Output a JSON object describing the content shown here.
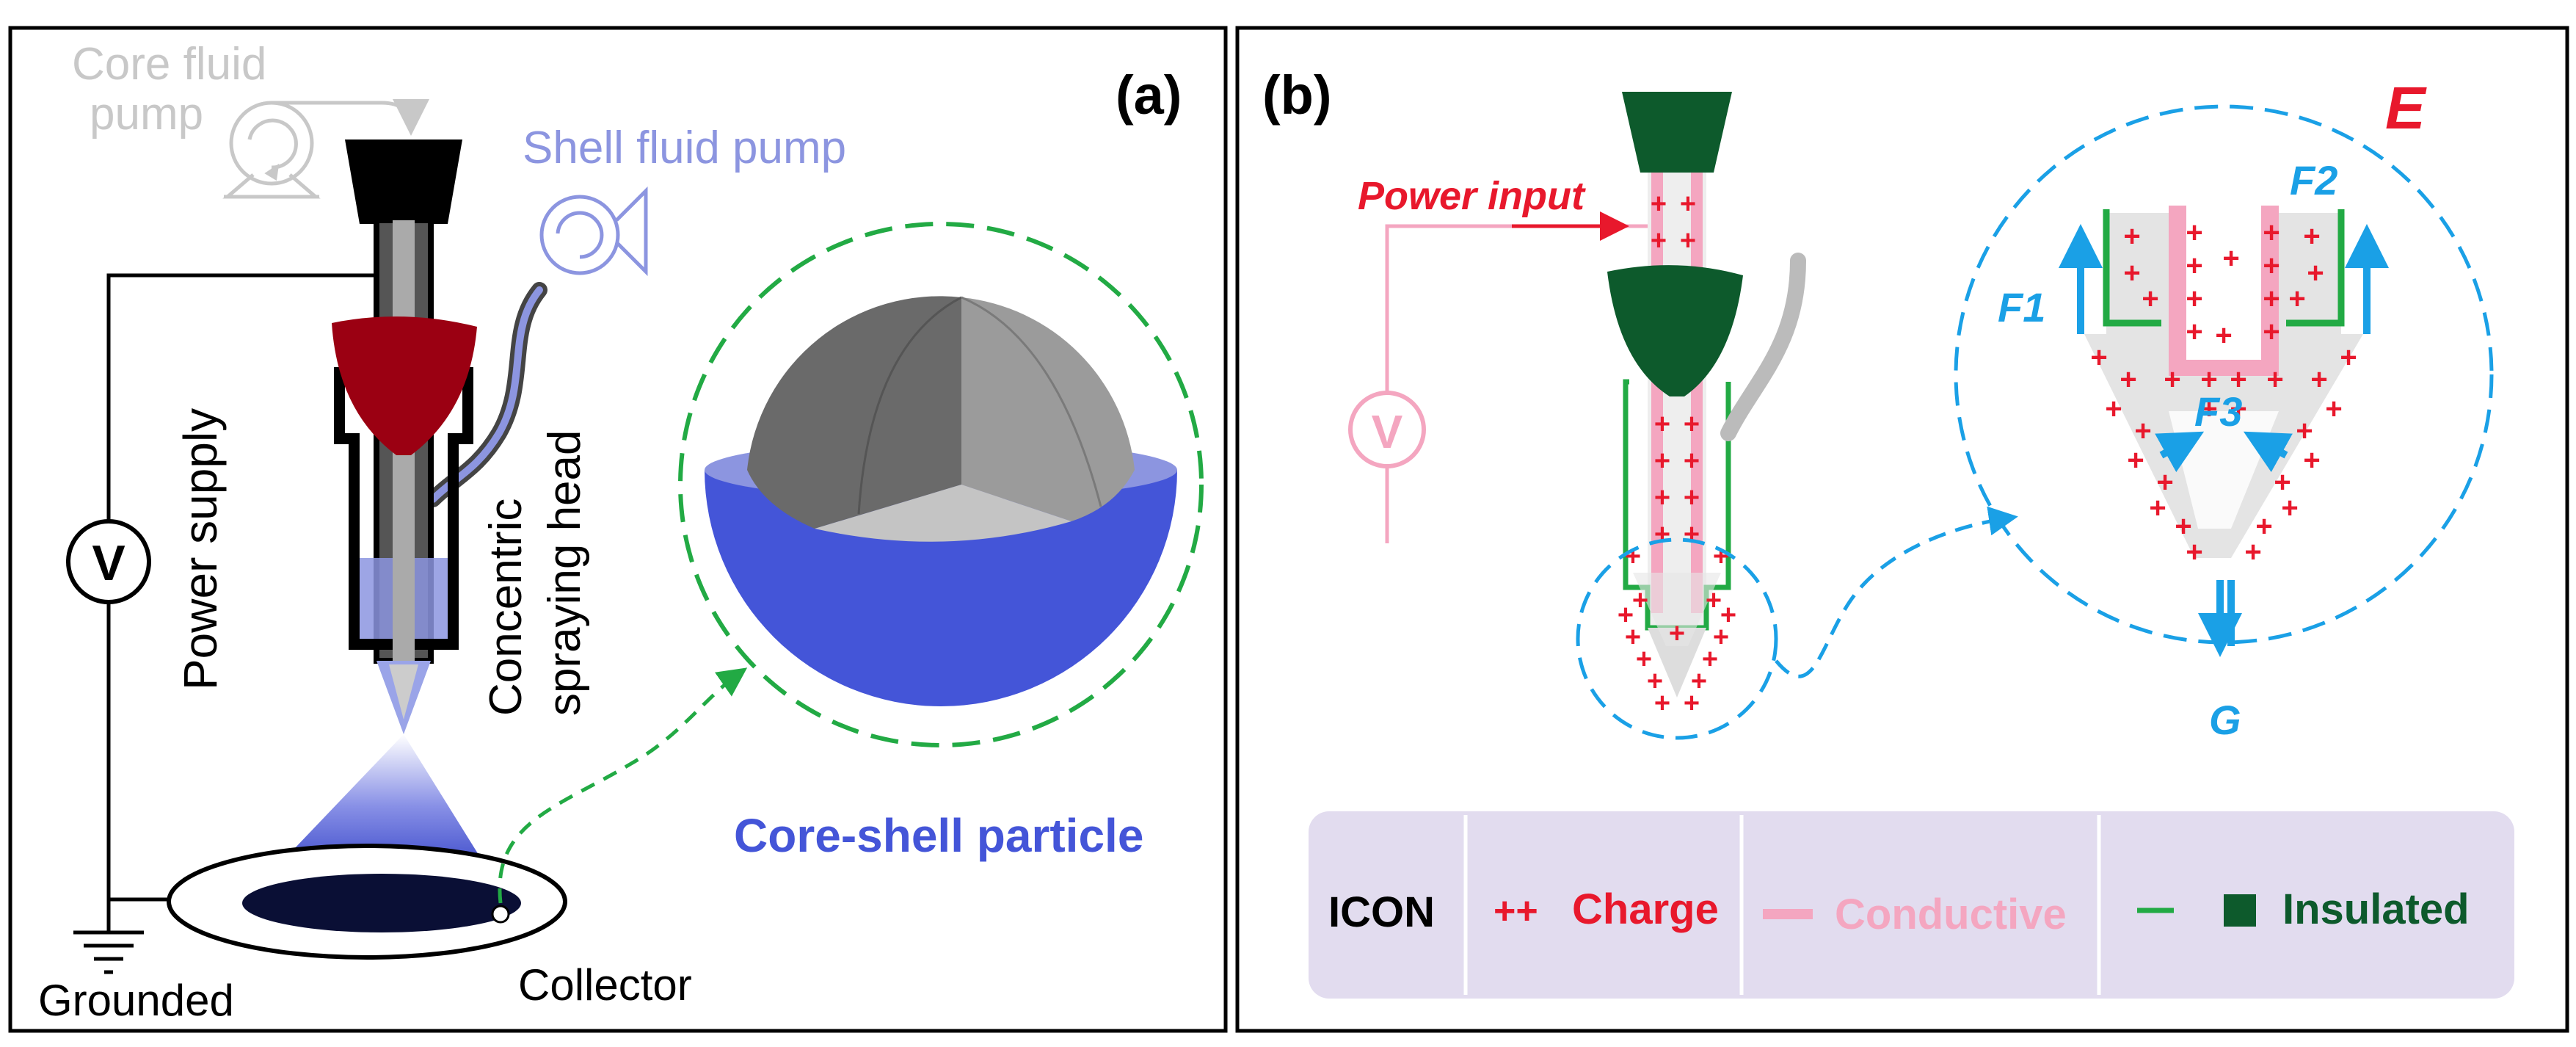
{
  "panel_a": {
    "label": "(a)",
    "core_fluid_pump_line1": "Core fluid",
    "core_fluid_pump_line2": "pump",
    "shell_fluid_pump": "Shell fluid pump",
    "power_supply": "Power supply",
    "concentric_line1": "Concentric",
    "concentric_line2": "spraying head",
    "voltmeter": "V",
    "core_shell_particle": "Core-shell particle",
    "grounded": "Grounded",
    "collector": "Collector"
  },
  "panel_b": {
    "label": "(b)",
    "power_input": "Power input",
    "voltmeter": "V",
    "field": "E",
    "force_1": "F1",
    "force_2": "F2",
    "force_3": "F3",
    "gravity": "G",
    "legend": {
      "title": "ICON",
      "charge_symbol": "++",
      "charge": "Charge",
      "conductive": "Conductive",
      "insulated": "Insulated"
    }
  },
  "colors": {
    "core_blue": "#4455d8",
    "shell_light_blue": "#8c95e0",
    "nozzle_red": "#9b0012",
    "insulated_green": "#0d5a2c",
    "conductive_pink": "#f4a6c0",
    "charge_red": "#e8182c",
    "force_blue": "#1aa0e6",
    "particle_dashed_green": "#22aa44",
    "legend_bg": "#e2dcef"
  }
}
